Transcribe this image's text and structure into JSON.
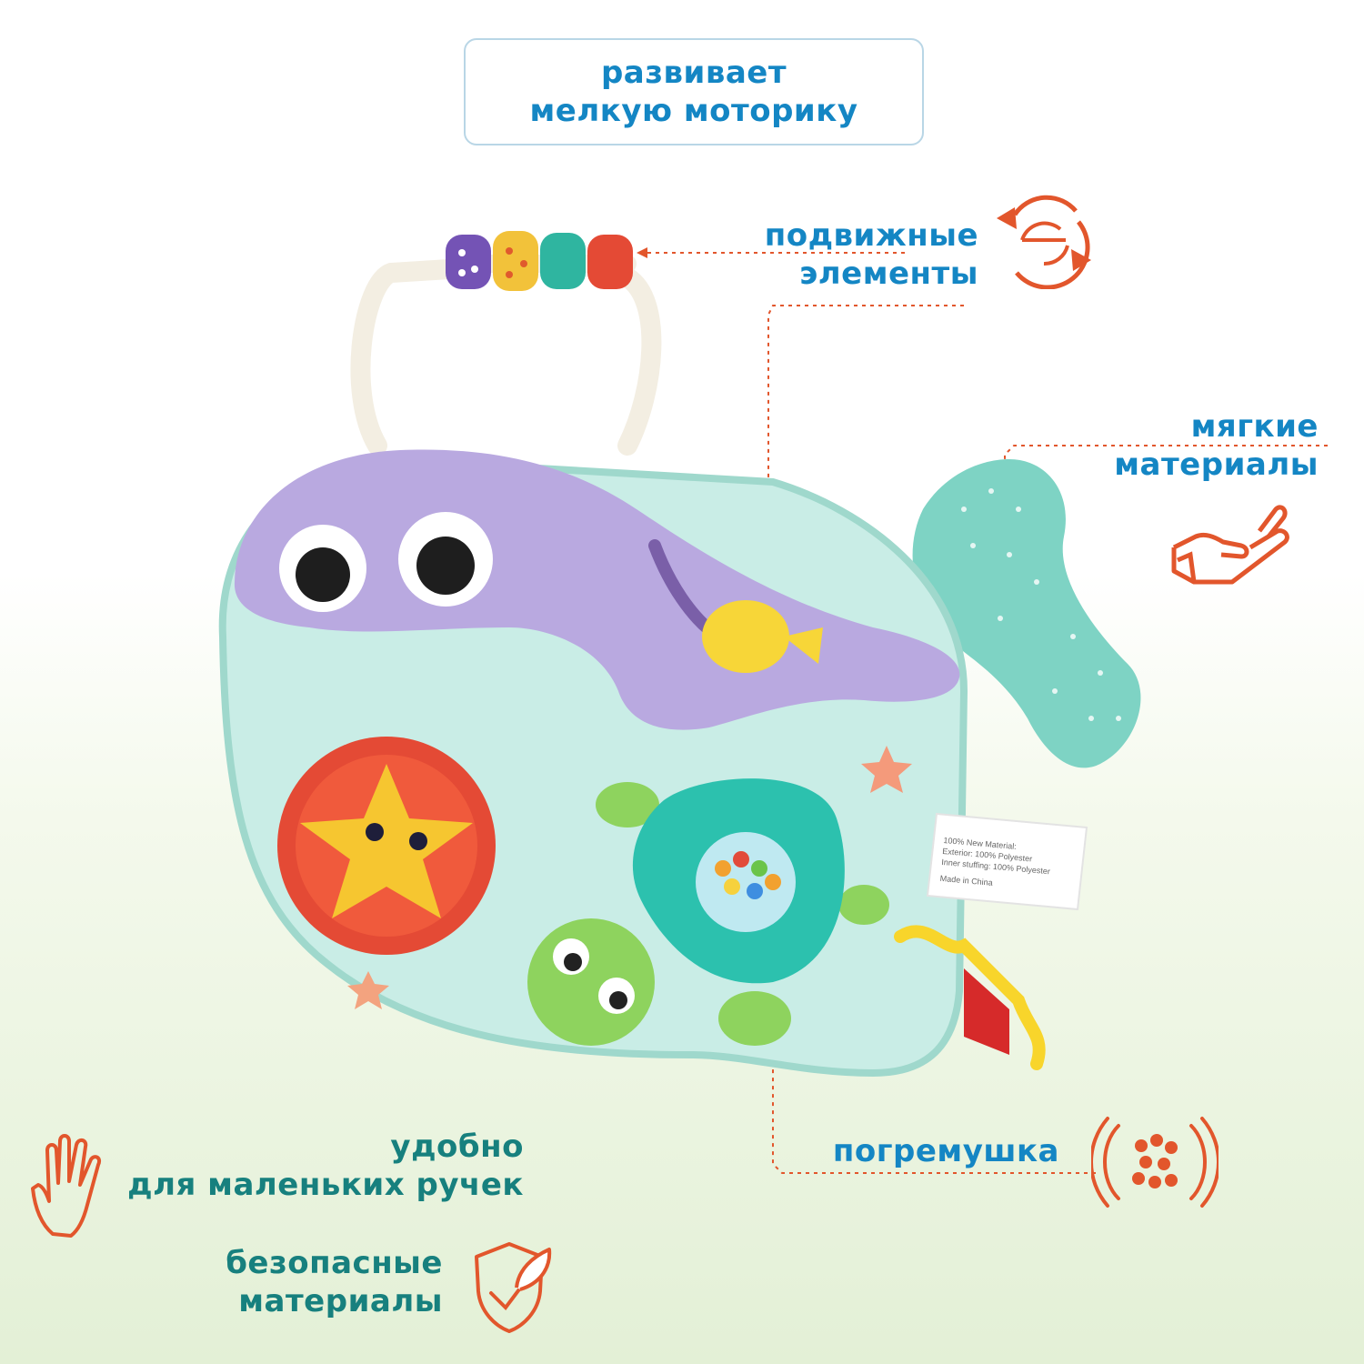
{
  "headline": {
    "line1": "развивает",
    "line2": "мелкую моторику"
  },
  "features": {
    "moving_parts": {
      "line1": "подвижные",
      "line2": "элементы",
      "icon": "rotate-arrows-icon"
    },
    "soft_materials": {
      "line1": "мягкие",
      "line2": "материалы",
      "icon": "hand-heart-icon"
    },
    "rattle": {
      "label": "погремушка",
      "icon": "rattle-sound-icon"
    },
    "small_hands": {
      "line1": "удобно",
      "line2": "для маленьких ручек",
      "icon": "hand-icon"
    },
    "safe_materials": {
      "line1": "безопасные",
      "line2": "материалы",
      "icon": "shield-leaf-icon"
    }
  },
  "product_tag": {
    "line1": "100% New Material:",
    "line2": "Exterior: 100% Polyester",
    "line3": "Inner stuffing: 100% Polyester",
    "line4": "Made in China"
  },
  "colors": {
    "blue_text": "#1486c4",
    "teal_text": "#17807e",
    "accent_orange": "#e2562c",
    "whale_purple": "#b9a9e0",
    "body_mint": "#c9ede6",
    "fin_teal": "#7ed3c4"
  }
}
